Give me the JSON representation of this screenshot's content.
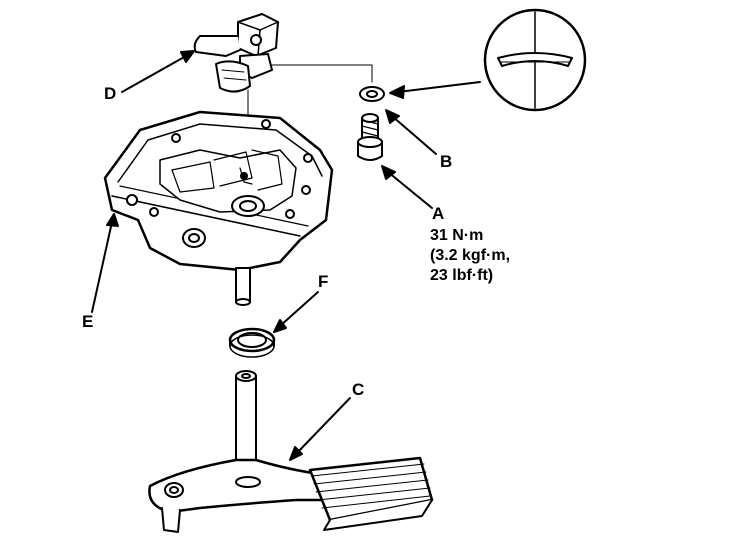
{
  "labels": {
    "A": "A",
    "B": "B",
    "C": "C",
    "D": "D",
    "E": "E",
    "F": "F"
  },
  "torque_spec": {
    "line1": "31 N·m",
    "line2": "(3.2 kgf·m,",
    "line3": "23 lbf·ft)"
  },
  "colors": {
    "ink": "#000000",
    "paper": "#ffffff"
  }
}
